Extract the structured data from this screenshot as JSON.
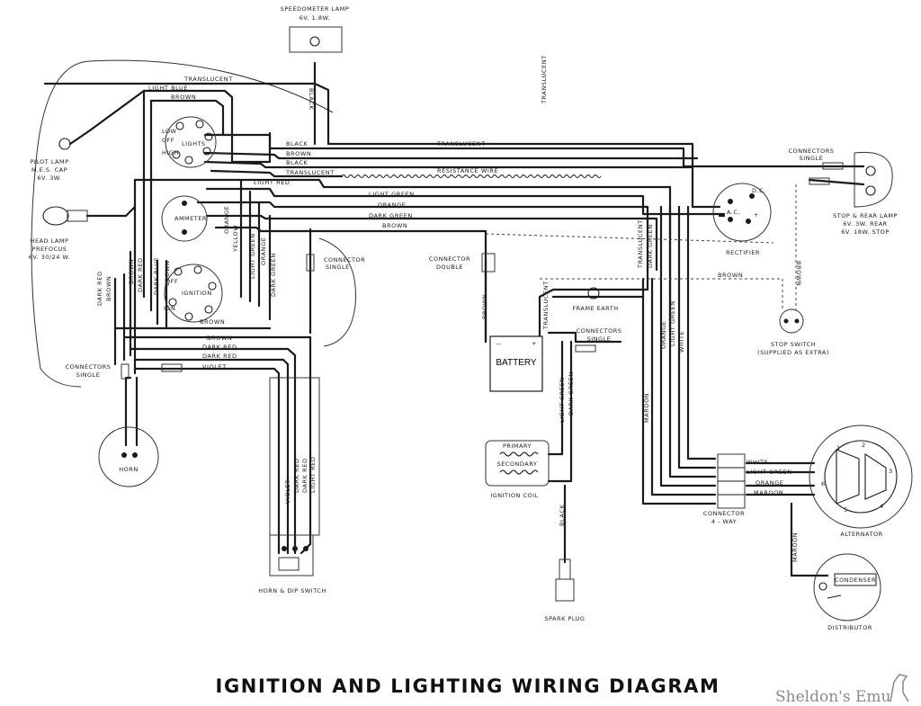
{
  "title": "IGNITION AND LIGHTING WIRING DIAGRAM",
  "watermark": "Sheldon's Emu",
  "components": {
    "speedometer_lamp": [
      "SPEEDOMETER LAMP",
      "6V. 1.8W."
    ],
    "pilot_lamp": [
      "PILOT LAMP",
      "M.E.S. CAP",
      "6V. 3W."
    ],
    "head_lamp": [
      "HEAD LAMP",
      "PREFOCUS",
      "6V. 30/24 W."
    ],
    "lights_switch": "LIGHTS",
    "ammeter": "AMMETER",
    "ignition_switch": "IGNITION",
    "connectors_single_left": [
      "CONNECTORS",
      "SINGLE"
    ],
    "horn": "HORN",
    "horn_dip_switch": "HORN & DIP SWITCH",
    "connector_single_mid": [
      "CONNECTOR",
      "SINGLE"
    ],
    "connector_double": [
      "CONNECTOR",
      "DOUBLE"
    ],
    "battery": "BATTERY",
    "frame_earth": "FRAME EARTH",
    "connectors_single_mid": [
      "CONNECTORS",
      "SINGLE"
    ],
    "ignition_coil": "IGNITION COIL",
    "coil_primary": "PRIMARY",
    "coil_secondary": "SECONDARY",
    "spark_plug": "SPARK PLUG",
    "rectifier": "RECTIFIER",
    "rectifier_dc": "D.C.",
    "rectifier_ac": "A.C.",
    "connectors_single_right": [
      "CONNECTORS",
      "SINGLE"
    ],
    "stop_rear_lamp": [
      "STOP & REAR LAMP",
      "6V. 3W. REAR",
      "6V. 18W. STOP"
    ],
    "stop_switch": [
      "STOP SWITCH",
      "(SUPPLIED AS EXTRA)"
    ],
    "connector_4way": [
      "CONNECTOR",
      "4 - WAY"
    ],
    "alternator": "ALTERNATOR",
    "alternator_terminals": [
      "1",
      "2",
      "3",
      "4",
      "5",
      "6"
    ],
    "condenser": "CONDENSER",
    "distributor": "DISTRIBUTOR",
    "switch_positions": [
      "LOW",
      "OFF",
      "HIGH",
      "OFF",
      "IGN"
    ]
  },
  "wires": {
    "translucent": "TRANSLUCENT",
    "light_blue": "LIGHT BLUE",
    "brown": "BROWN",
    "black": "BLACK",
    "resistance_wire": "RESISTANCE WIRE",
    "light_red": "LIGHT RED",
    "light_green": "LIGHT GREEN",
    "orange": "ORANGE",
    "dark_green": "DARK GREEN",
    "yellow": "YELLOW",
    "dark_blue": "DARK BLUE",
    "dark_red": "DARK RED",
    "violet": "VIOLET",
    "white": "WHITE",
    "maroon": "MAROON",
    "plus": "+"
  }
}
